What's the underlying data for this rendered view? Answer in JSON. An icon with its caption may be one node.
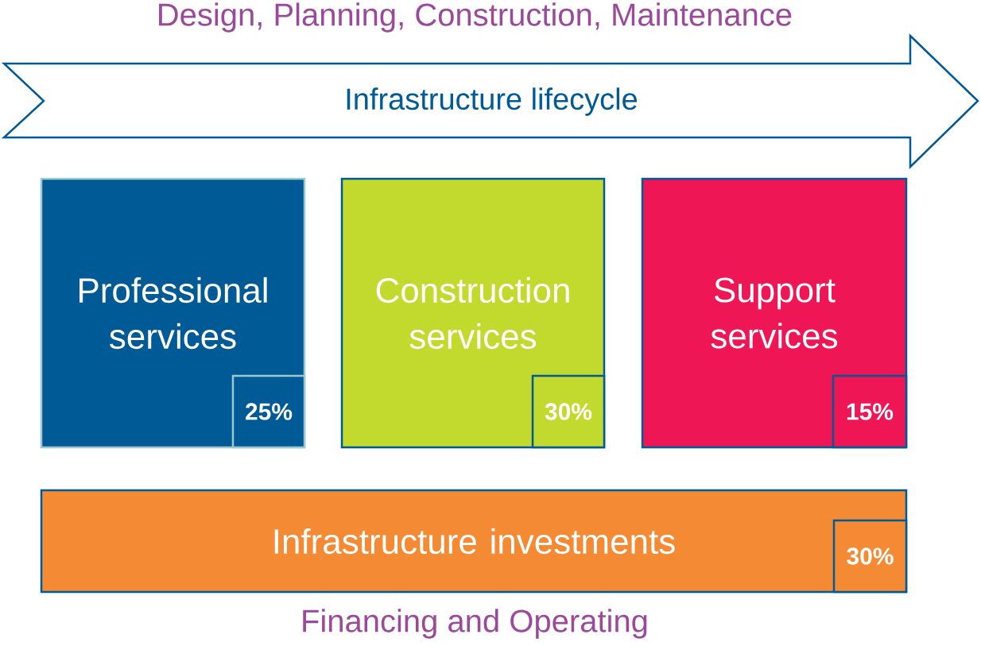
{
  "diagram": {
    "nodes": [
      {
        "text": [
          "Infrastructure lifecycle"
        ]
      },
      {
        "text": [
          "Professional services"
        ]
      },
      {
        "text": [
          "25%"
        ],
        "in": 1
      },
      {
        "text": [
          "Construction services"
        ]
      },
      {
        "text": [
          "30%"
        ],
        "in": 3
      },
      {
        "text": [
          "Support services"
        ]
      },
      {
        "text": [
          "15%"
        ],
        "in": 5
      },
      {
        "text": [
          "Infrastructure investments"
        ]
      },
      {
        "text": [
          "30%"
        ],
        "in": 7
      }
    ],
    "labels": [
      "Design, Planning, Construction, Maintenance",
      "Financing and Operating"
    ]
  }
}
